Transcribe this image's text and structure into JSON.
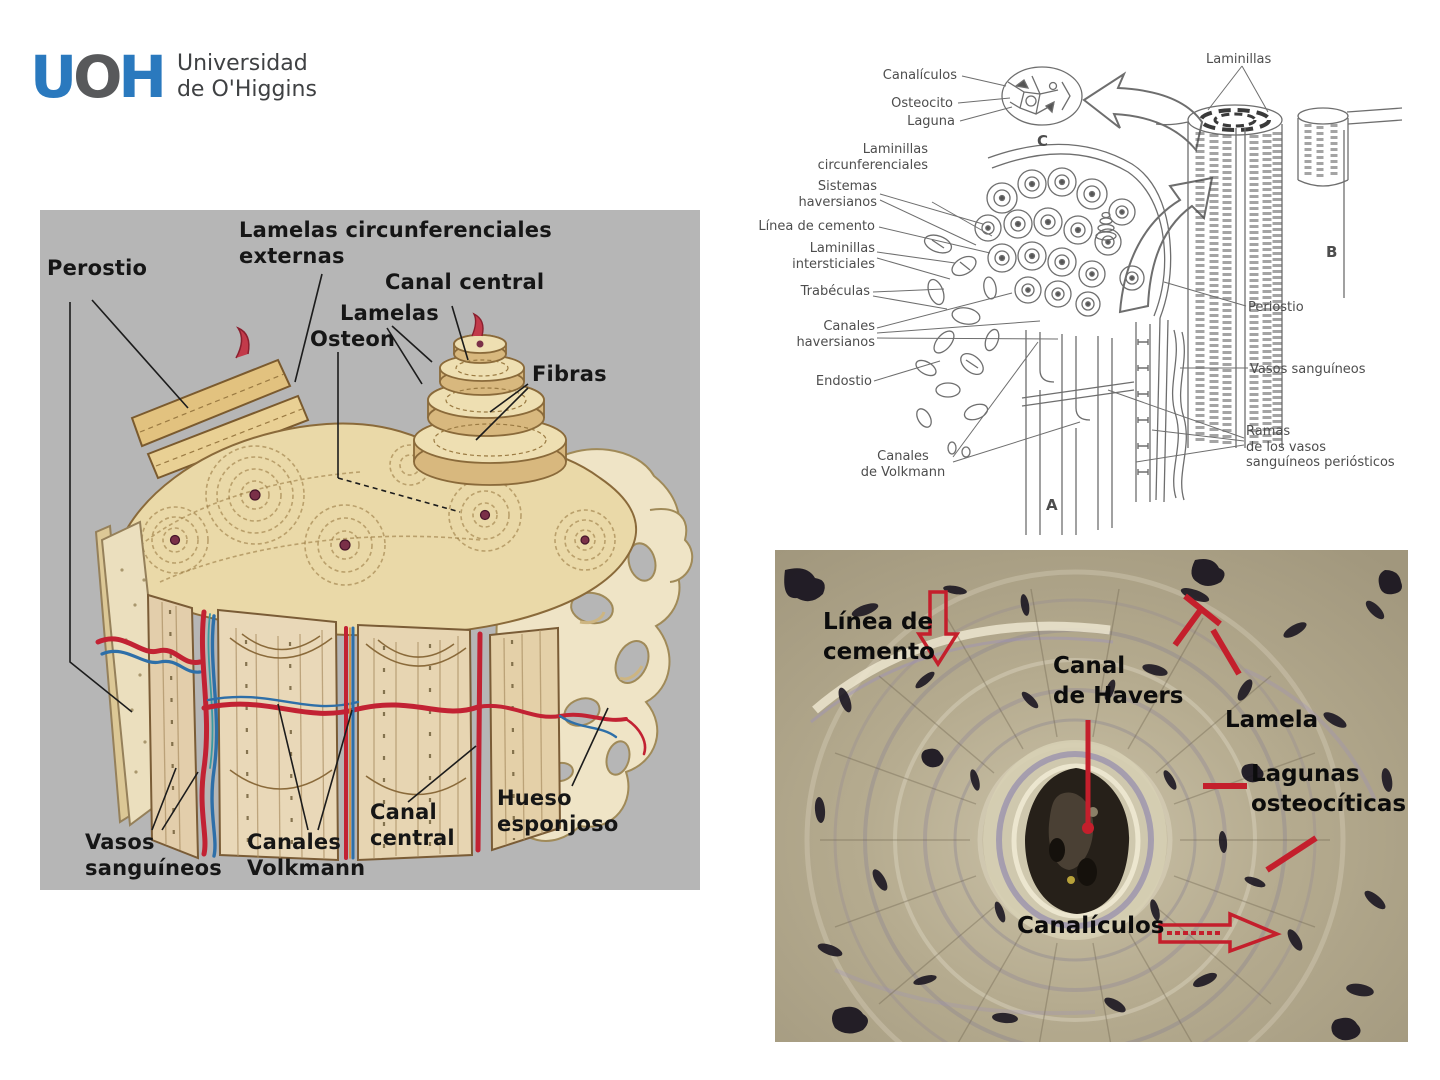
{
  "logo": {
    "mark_u": "U",
    "mark_o": "O",
    "mark_h": "H",
    "name_line1": "Universidad",
    "name_line2": "de O'Higgins",
    "blue": "#2a79be",
    "gray": "#58595b"
  },
  "bone_illustration": {
    "bg": "#b6b6b6",
    "labels": {
      "lamelas_circunferenciales": "Lamelas circunferenciales\nexternas",
      "perostio": "Perostio",
      "canal_central_top": "Canal central",
      "lamelas": "Lamelas",
      "osteon": "Osteon",
      "fibras": "Fibras",
      "vasos_sanguineos": "Vasos\nsanguíneos",
      "canales_volkmann": "Canales\nVolkmann",
      "canal_central_bottom": "Canal\ncentral",
      "hueso_esponjoso": "Hueso esponjoso"
    }
  },
  "line_diagram": {
    "labels": {
      "canaliculos": "Canalículos",
      "osteocito": "Osteocito",
      "laguna": "Laguna",
      "letter_c": "C",
      "laminillas_circunferenciales": "Laminillas\ncircunferenciales",
      "sistemas_haversianos": "Sistemas\nhaversianos",
      "linea_de_cemento": "Línea de cemento",
      "laminillas_intersticiales": "Laminillas\nintersticiales",
      "trabeculas": "Trabéculas",
      "canales_haversianos": "Canales\nhaversianos",
      "endostio": "Endostio",
      "canales_de_volkmann": "Canales\nde Volkmann",
      "letter_a": "A",
      "laminillas": "Laminillas",
      "letter_b": "B",
      "periostio": "Periostio",
      "vasos_sanguineos": "Vasos sanguíneos",
      "ramas_vasos_periosticos": "Ramas\nde los vasos\nsanguíneos periósticos"
    }
  },
  "micrograph": {
    "annotation_color": "#c41f2c",
    "labels": {
      "linea_de_cemento": "Línea de\ncemento",
      "canal_de_havers": "Canal\nde Havers",
      "lamela": "Lamela",
      "lagunas_osteociticas": "Lagunas\nosteocíticas",
      "canaliculos": "Canalículos"
    }
  }
}
